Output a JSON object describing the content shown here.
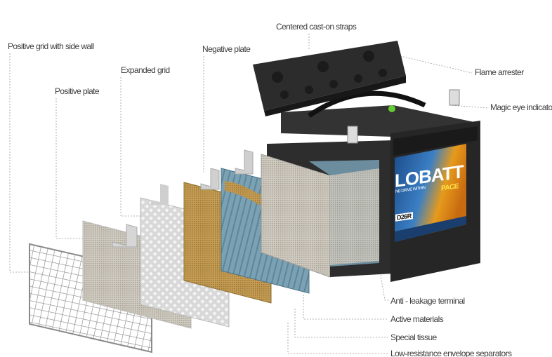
{
  "title": "Battery exploded view",
  "labels": {
    "straps": "Centered cast-on straps",
    "pos_grid": "Positive grid with side wall",
    "neg_plate": "Negative plate",
    "exp_grid": "Expanded grid",
    "flame": "Flame arrester",
    "pos_plate": "Positive plate",
    "magic_eye": "Magic eye indicator",
    "anti_leak": "Anti - leakage terminal",
    "active": "Active materials",
    "tissue": "Special tissue",
    "separators": "Low-resistance envelope separators"
  },
  "battery_label": {
    "brand": "LOBATT",
    "tagline": "NE DRIVE WITHIN",
    "series": "PACE",
    "model": "D26R"
  },
  "colors": {
    "text": "#3d3d3d",
    "leader": "#9a9a9a",
    "battery_case": "#2a2a2a",
    "label_blue": "#1d4f8c",
    "label_orange": "#e69a1c",
    "plate_gold": "#b8934a",
    "separator_blue": "#6f99ad"
  }
}
